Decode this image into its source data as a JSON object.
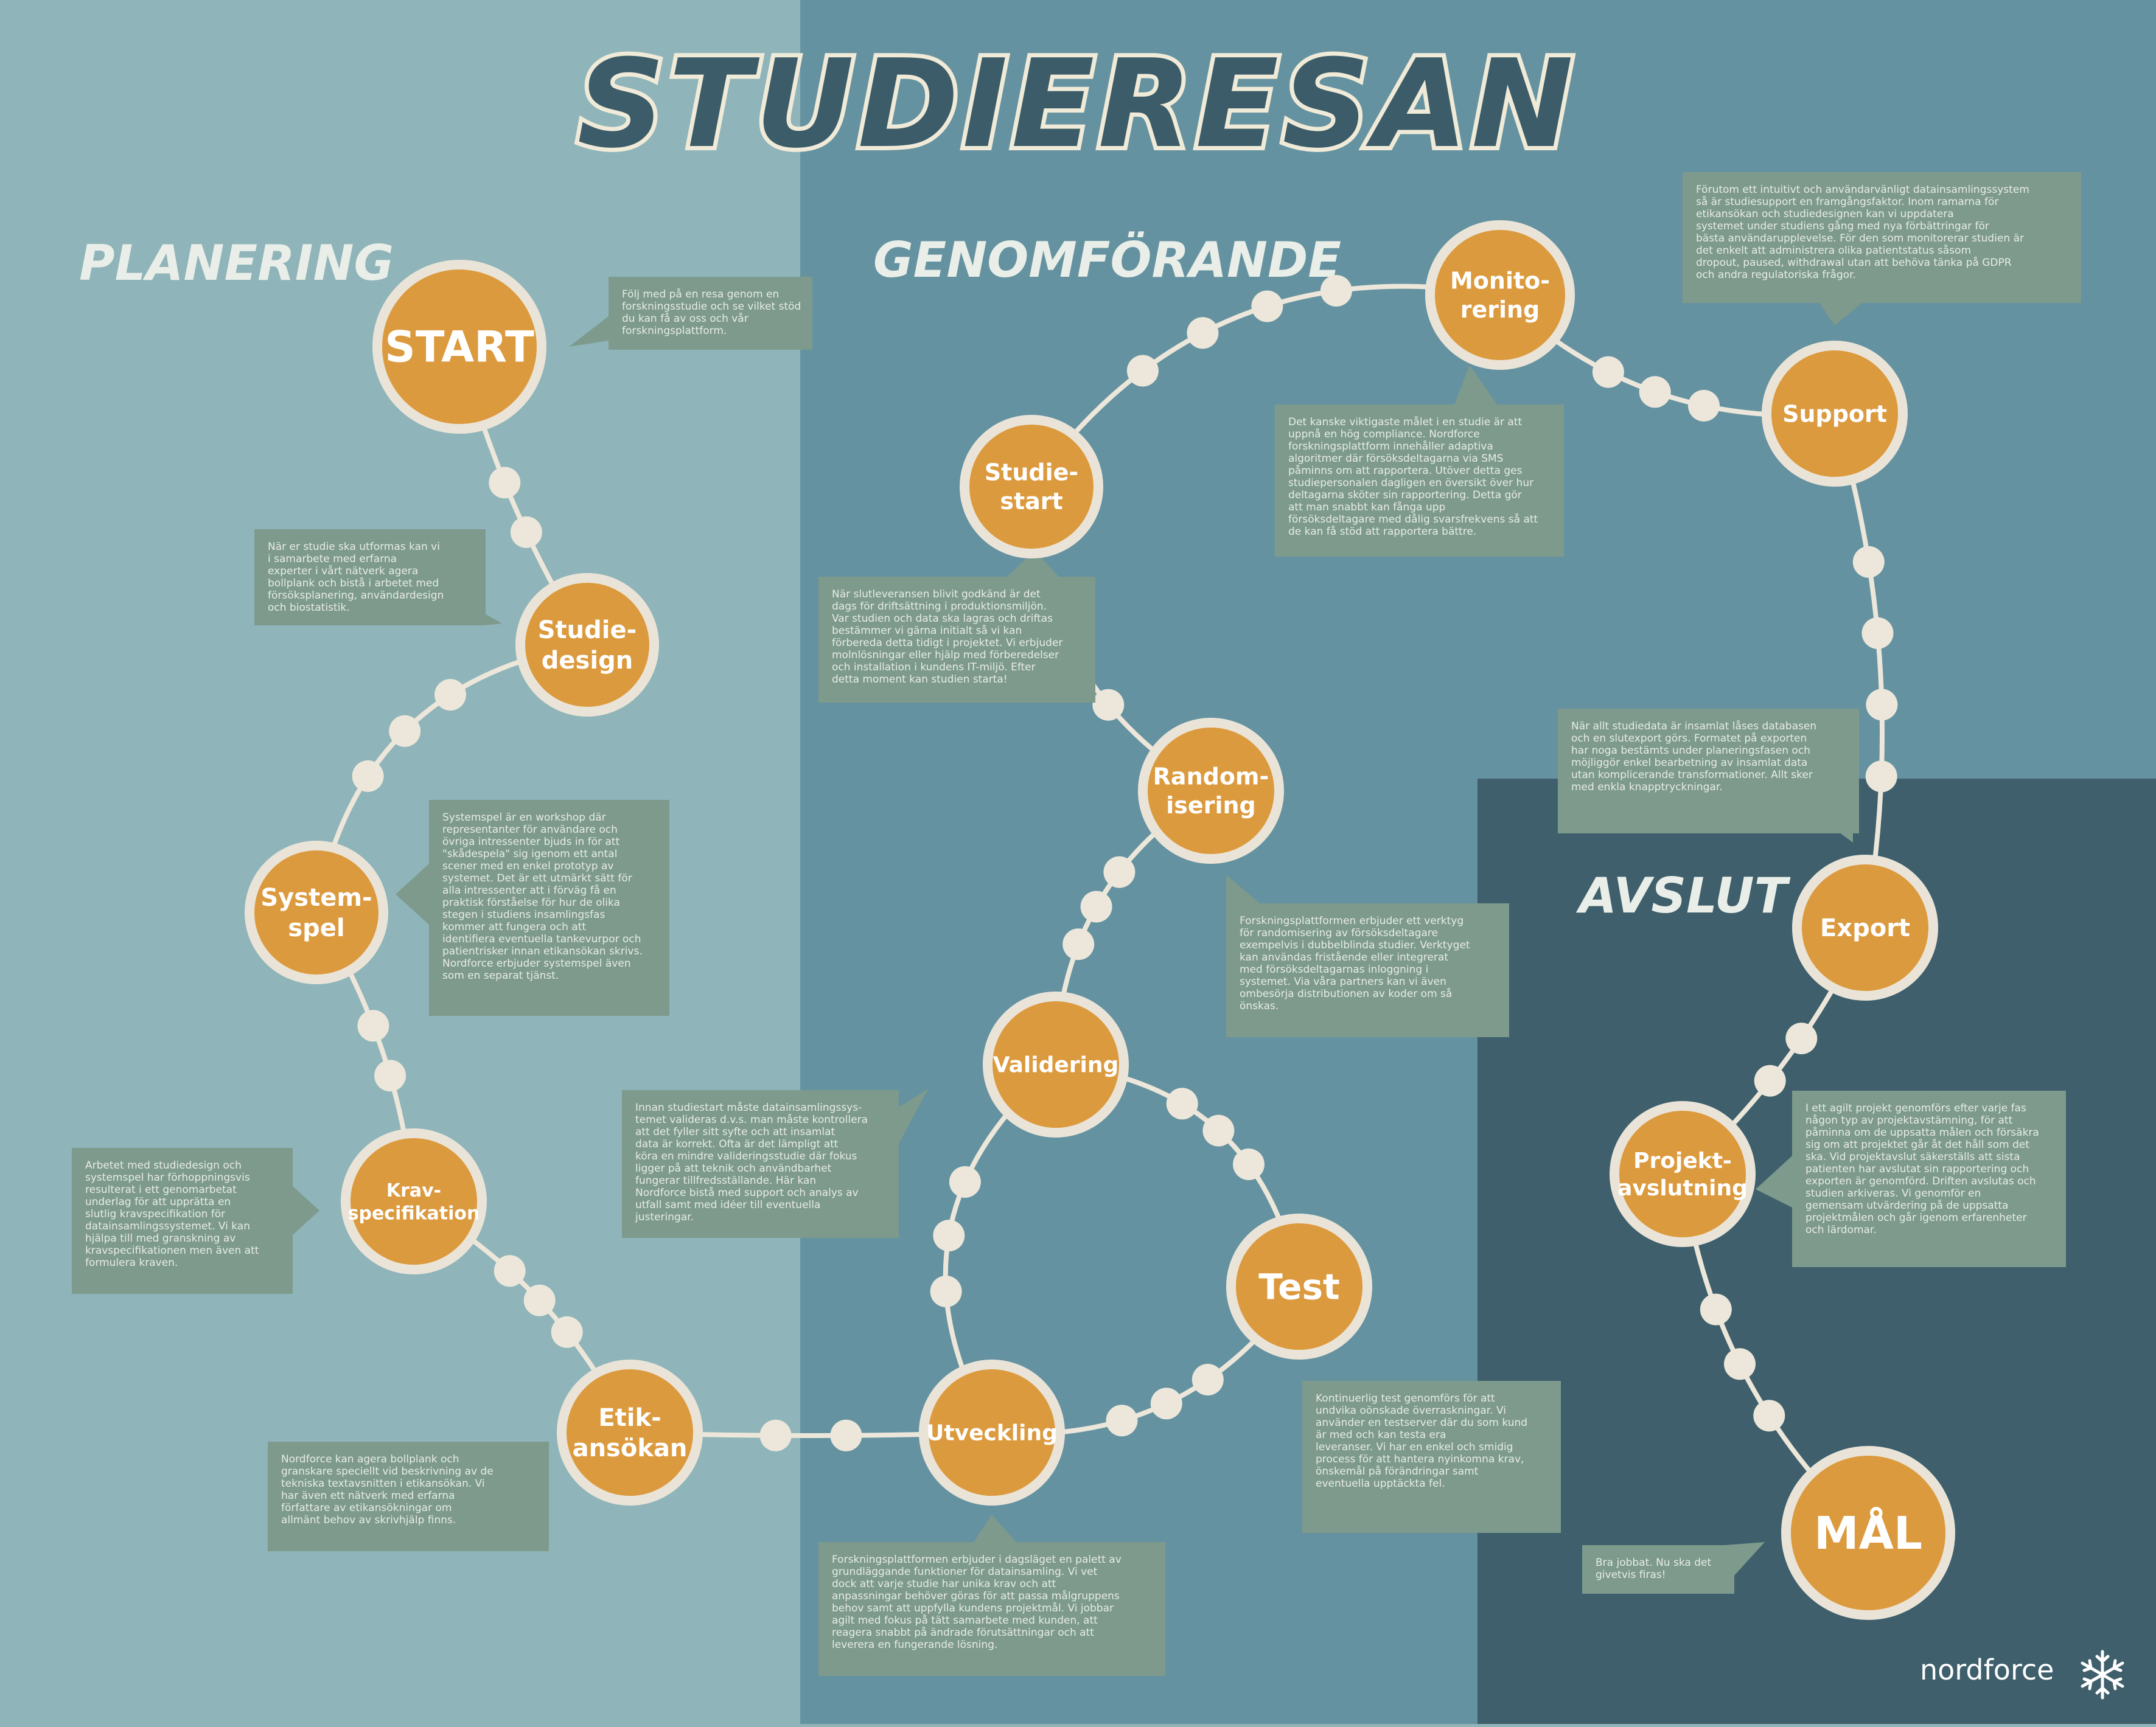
{
  "title": "STUDIERESAN",
  "sections": {
    "planering": "PLANERING",
    "genomforande": "GENOMFÖRANDE",
    "avslut": "AVSLUT"
  },
  "nodes": {
    "start": [
      "START"
    ],
    "studiedesign": [
      "Studie-",
      "design"
    ],
    "systemspel": [
      "System-",
      "spel"
    ],
    "kravspec": [
      "Krav-",
      "specifikation"
    ],
    "etikansokan": [
      "Etik-",
      "ansökan"
    ],
    "utveckling": [
      "Utveckling"
    ],
    "test": [
      "Test"
    ],
    "validering": [
      "Validering"
    ],
    "randomisering": [
      "Random-",
      "isering"
    ],
    "studiestart": [
      "Studie-",
      "start"
    ],
    "monitorering": [
      "Monito-",
      "rering"
    ],
    "support": [
      "Support"
    ],
    "export": [
      "Export"
    ],
    "projektavslutning": [
      "Projekt-",
      "avslutning"
    ],
    "mal": [
      "MÅL"
    ]
  },
  "callouts": {
    "start": [
      "Följ med på en resa genom en",
      "forskningsstudie och se vilket stöd",
      "du kan få av oss och vår",
      "forskningsplattform."
    ],
    "studiedesign": [
      "När er studie ska utformas kan vi",
      "i samarbete med erfarna",
      "experter i vårt nätverk agera",
      "bollplank och bistå i arbetet med",
      "försöksplanering, användardesign",
      "och biostatistik."
    ],
    "systemspel": [
      "Systemspel är en workshop där",
      "representanter för användare och",
      "övriga intressenter bjuds in för att",
      "\"skådespela\" sig igenom ett antal",
      "scener med en enkel prototyp av",
      "systemet. Det är ett utmärkt sätt för",
      "alla intressenter att i förväg få en",
      "praktisk förståelse för hur de olika",
      "stegen i studiens insamlingsfas",
      "kommer att fungera och att",
      "identifiera eventuella tankevurpor och",
      "patientrisker innan etikansökan skrivs.",
      "Nordforce erbjuder systemspel även",
      "som en separat tjänst."
    ],
    "kravspec": [
      "Arbetet med studiedesign och",
      "systemspel har förhoppningsvis",
      "resulterat i ett genomarbetat",
      "underlag för att upprätta en",
      "slutlig kravspecifikation för",
      "datainsamlingssystemet. Vi kan",
      "hjälpa till med granskning av",
      "kravspecifikationen men även att",
      "formulera kraven."
    ],
    "etikansokan": [
      "Nordforce kan agera bollplank och",
      "granskare speciellt vid beskrivning av de",
      "tekniska textavsnitten i etikansökan. Vi",
      "har även ett nätverk med erfarna",
      "författare av etikansökningar om",
      "allmänt behov av skrivhjälp finns."
    ],
    "utveckling": [
      "Forskningsplattformen erbjuder i dagsläget en palett av",
      "grundläggande funktioner för datainsamling. Vi vet",
      "dock att varje studie har unika krav och att",
      "anpassningar behöver göras för att passa målgruppens",
      "behov samt att uppfylla kundens projektmål. Vi jobbar",
      "agilt med fokus på tätt samarbete med kunden, att",
      "reagera snabbt på ändrade förutsättningar och att",
      "leverera en fungerande lösning."
    ],
    "validering": [
      "Innan studiestart måste datainsamlingssys-",
      "temet valideras d.v.s. man måste kontrollera",
      "att det fyller sitt syfte och att insamlat",
      "data är korrekt. Ofta är det lämpligt att",
      "köra en mindre valideringsstudie där fokus",
      "ligger på att teknik och användbarhet",
      "fungerar tillfredsställande. Här kan",
      "Nordforce bistå med support och analys av",
      "utfall samt med idéer till eventuella",
      "justeringar."
    ],
    "test": [
      "Kontinuerlig test genomförs för att",
      "undvika oönskade överraskningar. Vi",
      "använder en testserver där du som kund",
      "är med och kan testa era",
      "leveranser. Vi har en enkel och smidig",
      "process för att hantera nyinkomna krav,",
      "önskemål på förändringar samt",
      "eventuella upptäckta fel."
    ],
    "studiestart": [
      "När slutleveransen blivit godkänd är det",
      "dags för driftsättning i produktionsmiljön.",
      "Var studien och data ska lagras och driftas",
      "bestämmer vi gärna initialt så vi kan",
      "förbereda detta tidigt i projektet. Vi erbjuder",
      "molnlösningar eller hjälp med förberedelser",
      "och installation i kundens IT-miljö. Efter",
      "detta moment kan studien starta!"
    ],
    "randomisering": [
      "Forskningsplattformen erbjuder ett verktyg",
      "för randomisering av försöksdeltagare",
      "exempelvis i dubbelblinda studier. Verktyget",
      "kan användas fristående eller integrerat",
      "med försöksdeltagarnas inloggning i",
      "systemet. Via våra partners kan vi även",
      "ombesörja distributionen av koder om så",
      "önskas."
    ],
    "monitorering": [
      "Det kanske viktigaste målet i en studie är att",
      "uppnå en hög compliance. Nordforce",
      "forskningsplattform innehåller adaptiva",
      "algoritmer där försöksdeltagarna via SMS",
      "påminns om att rapportera. Utöver detta ges",
      "studiepersonalen dagligen en översikt över hur",
      "deltagarna sköter sin rapportering. Detta gör",
      "att man snabbt kan fånga upp",
      "försöksdeltagare med dålig svarsfrekvens så att",
      "de kan få stöd att rapportera bättre."
    ],
    "support": [
      "Förutom ett intuitivt och användarvänligt datainsamlingssystem",
      "så är studiesupport en framgångsfaktor. Inom ramarna för",
      "etikansökan och studiedesignen kan vi uppdatera",
      "systemet under studiens gång med nya förbättringar för",
      "bästa användarupplevelse. För den som monitorerar studien är",
      "det enkelt att administrera olika patientstatus såsom",
      "dropout, paused, withdrawal utan att behöva tänka på GDPR",
      "och andra regulatoriska frågor."
    ],
    "export": [
      "När allt studiedata är insamlat låses databasen",
      "och en slutexport görs. Formatet på exporten",
      "har noga bestämts under planeringsfasen och",
      "möjliggör enkel bearbetning av insamlat data",
      "utan komplicerande transformationer. Allt sker",
      "med enkla knapptryckningar."
    ],
    "projektavslutning": [
      "I ett agilt projekt genomförs efter varje fas",
      "någon typ av projektavstämning, för att",
      "påminna om de uppsatta målen och försäkra",
      "sig om att projektet går åt det håll som det",
      "ska. Vid projektavslut säkerställs att sista",
      "patienten har avslutat sin rapportering och",
      "exporten är genomförd. Driften avslutas och",
      "studien arkiveras. Vi genomför en",
      "gemensam utvärdering på de uppsatta",
      "projektmålen och går igenom erfarenheter",
      "och lärdomar."
    ],
    "mal": [
      "Bra jobbat. Nu ska det",
      "givetvis firas!"
    ]
  },
  "brand": "nordforce",
  "colors": {
    "panel_left": "#8fb4b9",
    "panel_mid": "#6592a0",
    "panel_right": "#3e5f6b",
    "node_fill": "#dc9a3e",
    "node_ring": "#eae4d8",
    "callout": "#7d9a8d",
    "title_fill": "#3b5c68",
    "title_outline": "#f0ead8",
    "section_text": "#e9eee8",
    "path": "#ece7da"
  }
}
